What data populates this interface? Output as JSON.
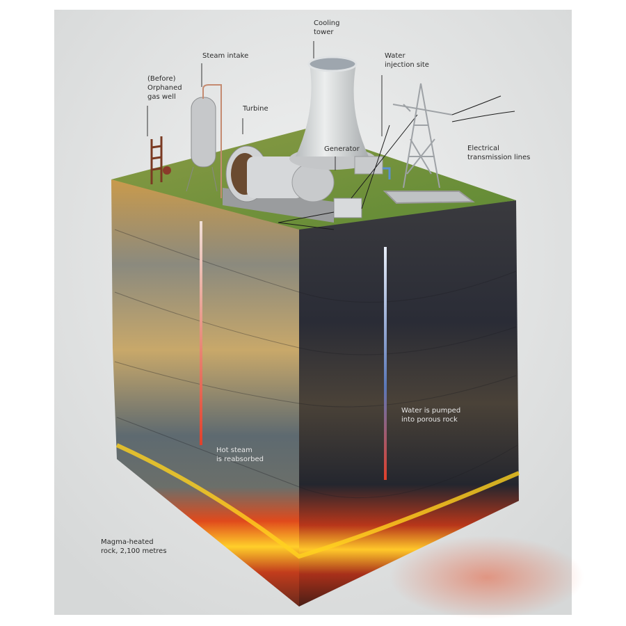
{
  "labels": {
    "cooling_tower": "Cooling\ntower",
    "steam_intake": "Steam intake",
    "water_injection_site": "Water\ninjection site",
    "orphaned_gas_well": "(Before)\nOrphaned\ngas well",
    "turbine": "Turbine",
    "generator": "Generator",
    "transmission_lines": "Electrical\ntransmission lines",
    "water_pumped": "Water is pumped\ninto porous rock",
    "hot_steam": "Hot steam\nis reabsorbed",
    "magma_rock": "Magma-heated\nrock, 2,100 metres"
  },
  "colors": {
    "background": "#e4e6e6",
    "grass": "#6f8f3a",
    "rock_light": "#7d7a6a",
    "rock_dark": "#2f3038",
    "magma": "#e0461a",
    "magma_glow": "#ffd21f",
    "steam_pipe": "#e2402a",
    "water_pipe": "#5a78b8"
  }
}
